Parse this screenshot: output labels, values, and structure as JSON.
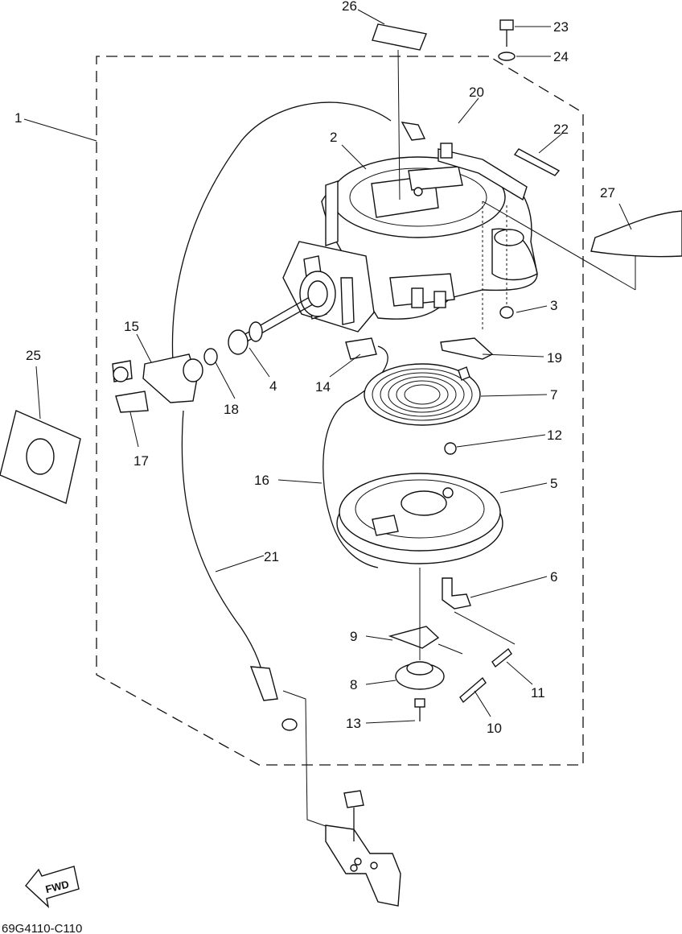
{
  "diagram_code": "69G4110-C110",
  "fwd_label": "FWD",
  "callouts": {
    "c1": "1",
    "c2": "2",
    "c3": "3",
    "c4": "4",
    "c5": "5",
    "c6": "6",
    "c7": "7",
    "c8": "8",
    "c9": "9",
    "c10": "10",
    "c11": "11",
    "c12": "12",
    "c13": "13",
    "c14": "14",
    "c15": "15",
    "c16": "16",
    "c17": "17",
    "c18": "18",
    "c19": "19",
    "c20": "20",
    "c21": "21",
    "c22": "22",
    "c23": "23",
    "c24": "24",
    "c25": "25",
    "c26": "26",
    "c27": "27"
  }
}
